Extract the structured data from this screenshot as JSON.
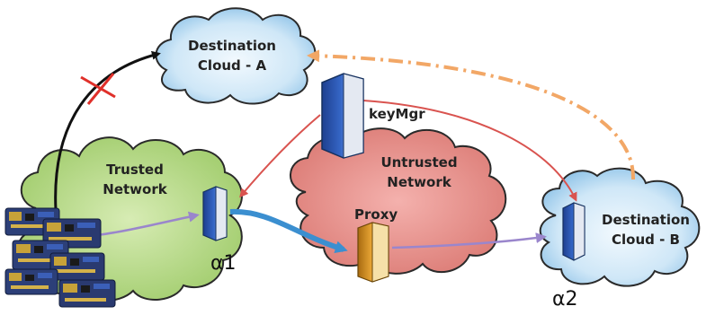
{
  "nodes": {
    "cloud_a": {
      "line1": "Destination",
      "line2": "Cloud - A"
    },
    "cloud_b": {
      "line1": "Destination",
      "line2": "Cloud - B"
    },
    "trusted": {
      "line1": "Trusted",
      "line2": "Network"
    },
    "untrusted": {
      "line1": "Untrusted",
      "line2": "Network"
    },
    "keymgr": "keyMgr",
    "proxy": "Proxy",
    "alpha1": "α1",
    "alpha2": "α2"
  },
  "colors": {
    "cloud_blue": "#bfe0f5",
    "trusted_green": "#b7d98a",
    "untrusted_red": "#e98d88",
    "arrow_blue": "#3b8fd0",
    "arrow_purple": "#9a86cc",
    "arrow_red": "#d9534f",
    "arrow_orange": "#f2a766",
    "blocked_x": "#e0302a"
  }
}
